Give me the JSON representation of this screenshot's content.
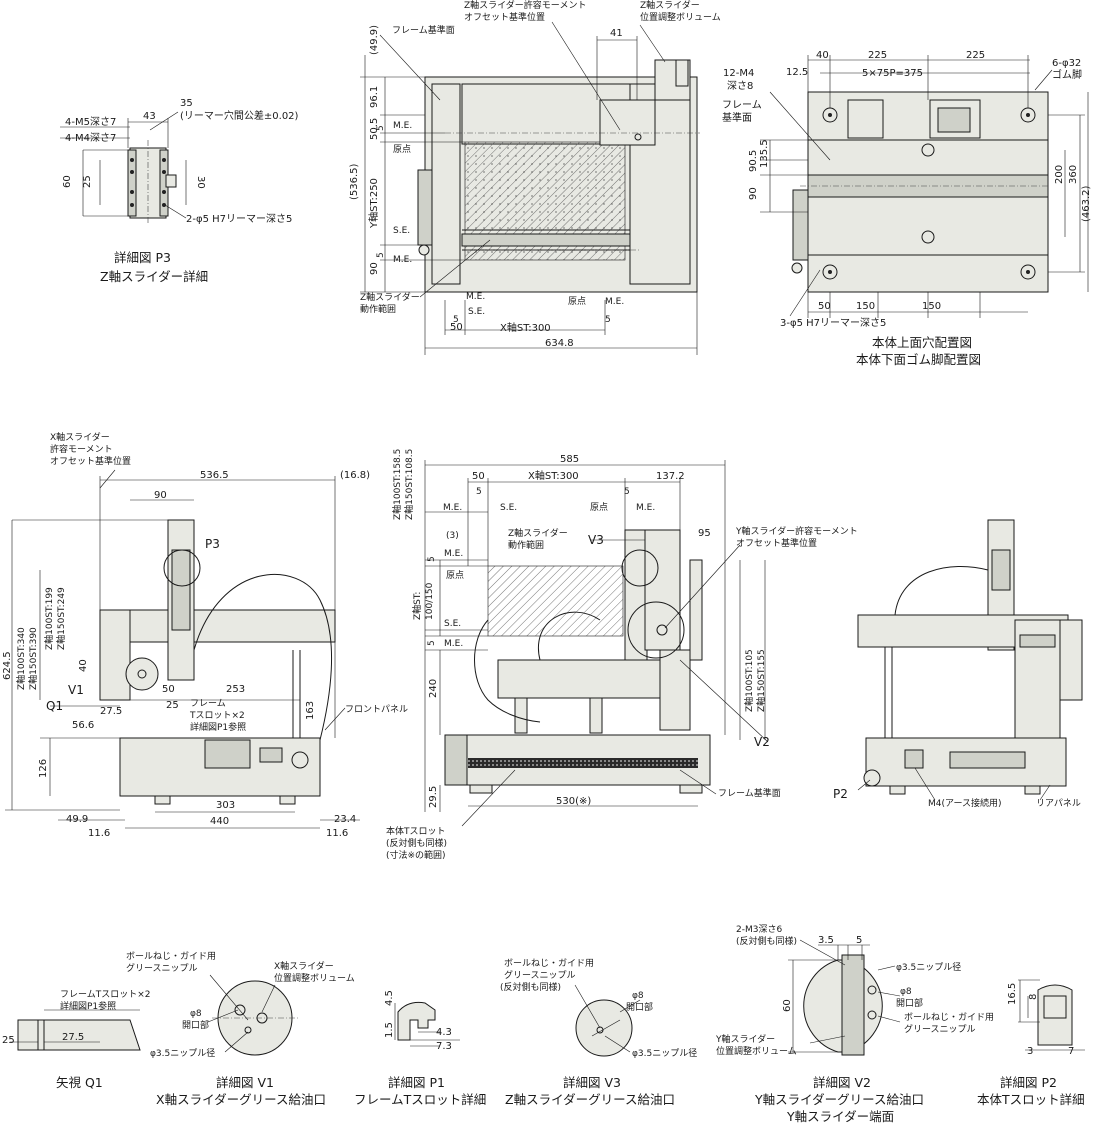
{
  "p3": {
    "labels": [
      "4-M5深さ7",
      "4-M4深さ7",
      "35",
      "(リーマー穴間公差±0.02)",
      "43",
      "60",
      "25",
      "30",
      "2-φ5 H7リーマー深さ5"
    ],
    "caption": [
      "詳細図 P3",
      "Z軸スライダー詳細"
    ]
  },
  "top": {
    "labels": [
      "Z軸スライダー許容モーメント",
      "オフセット基準位置",
      "Z軸スライダー",
      "位置調整ボリューム",
      "フレーム基準面",
      "(49.9)",
      "41",
      "96.1",
      "50.5",
      "5",
      "M.E.",
      "原点",
      "(536.5)",
      "Y軸ST:250",
      "S.E.",
      "5",
      "M.E.",
      "90",
      "Z軸スライダー",
      "動作範囲",
      "M.E.",
      "S.E.",
      "原点",
      "M.E.",
      "5",
      "50",
      "X軸ST:300",
      "5",
      "634.8"
    ]
  },
  "right_top": {
    "labels": [
      "40",
      "225",
      "225",
      "6-φ32",
      "ゴム脚",
      "12.5",
      "5×75P=375",
      "12-M4",
      "深さ8",
      "フレーム",
      "基準面",
      "90.5",
      "135.5",
      "90",
      "200",
      "360",
      "(463.2)",
      "50",
      "150",
      "150",
      "3-φ5 H7リーマー深さ5"
    ],
    "caption": [
      "本体上面穴配置図",
      "本体下面ゴム脚配置図"
    ]
  },
  "left_mid": {
    "labels": [
      "X軸スライダー",
      "許容モーメント",
      "オフセット基準位置",
      "536.5",
      "(16.8)",
      "90",
      "P3",
      "624.5",
      "Z軸100ST:340",
      "Z軸150ST:390",
      "Z軸100ST:199",
      "Z軸150ST:249",
      "40",
      "V1",
      "50",
      "253",
      "フレーム",
      "Tスロット×2",
      "詳細図P1参照",
      "Q1",
      "27.5",
      "25",
      "56.6",
      "フロントパネル",
      "163",
      "126",
      "303",
      "49.9",
      "440",
      "23.4",
      "11.6",
      "11.6"
    ]
  },
  "center_mid": {
    "labels": [
      "585",
      "Z軸100ST:158.5",
      "Z軸150ST:108.5",
      "50",
      "X軸ST:300",
      "137.2",
      "5",
      "5",
      "M.E.",
      "S.E.",
      "原点",
      "M.E.",
      "(3)",
      "Z軸スライダー",
      "動作範囲",
      "V3",
      "95",
      "Y軸スライダー許容モーメント",
      "オフセット基準位置",
      "5",
      "M.E.",
      "原点",
      "Z軸ST:",
      "100/150",
      "S.E.",
      "5",
      "M.E.",
      "240",
      "Z軸100ST:105",
      "Z軸150ST:155",
      "V2",
      "29.5",
      "530(※)",
      "フレーム基準面",
      "本体Tスロット",
      "(反対側も同様)",
      "(寸法※の範囲)"
    ]
  },
  "right_mid": {
    "labels": [
      "P2",
      "M4(アース接続用)",
      "リアパネル"
    ]
  },
  "q1": {
    "labels": [
      "フレームTスロット×2",
      "詳細図P1参照",
      "25",
      "27.5"
    ],
    "caption": [
      "矢視 Q1"
    ]
  },
  "v1": {
    "labels": [
      "ボールねじ・ガイド用",
      "グリースニップル",
      "X軸スライダー",
      "位置調整ボリューム",
      "φ8",
      "開口部",
      "φ3.5ニップル径"
    ],
    "caption": [
      "詳細図 V1",
      "X軸スライダーグリース給油口"
    ]
  },
  "p1": {
    "labels": [
      "4.5",
      "1.5",
      "4.3",
      "7.3"
    ],
    "caption": [
      "詳細図 P1",
      "フレームTスロット詳細"
    ]
  },
  "v3": {
    "labels": [
      "ボールねじ・ガイド用",
      "グリースニップル",
      "(反対側も同様)",
      "φ8",
      "開口部",
      "φ3.5ニップル径"
    ],
    "caption": [
      "詳細図 V3",
      "Z軸スライダーグリース給油口"
    ]
  },
  "v2": {
    "labels": [
      "2-M3深さ6",
      "(反対側も同様)",
      "3.5",
      "5",
      "φ3.5ニップル径",
      "φ8",
      "開口部",
      "ボールねじ・ガイド用",
      "グリースニップル",
      "60",
      "Y軸スライダー",
      "位置調整ボリューム"
    ],
    "caption": [
      "詳細図 V2",
      "Y軸スライダーグリース給油口",
      "Y軸スライダー端面"
    ]
  },
  "p2": {
    "labels": [
      "16.5",
      "8",
      "3",
      "7"
    ],
    "caption": [
      "詳細図 P2",
      "本体Tスロット詳細"
    ]
  }
}
